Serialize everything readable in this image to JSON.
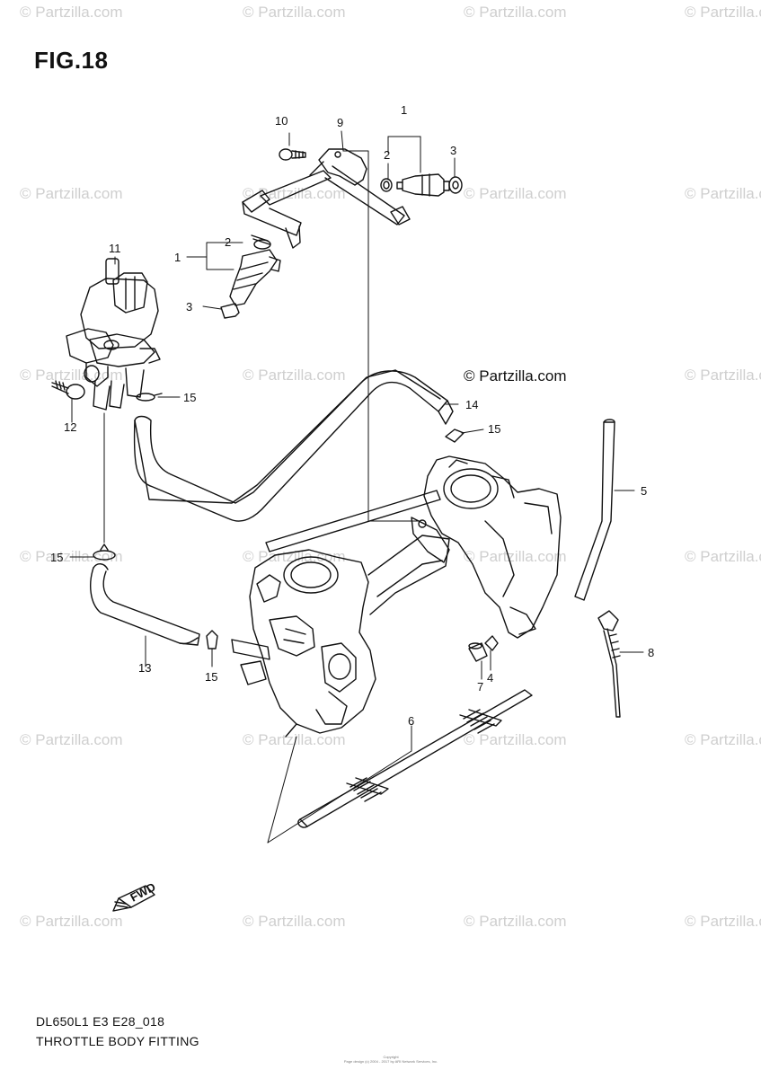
{
  "figure": {
    "title": "FIG.18",
    "brand_notice": "© Partzilla.com",
    "watermark_text": "© Partzilla.com",
    "model_code": "DL650L1 E3 E28_018",
    "section_name": "THROTTLE BODY FITTING",
    "copyright_line1": "Copyright",
    "copyright_line2": "Page design (c) 2004 - 2017 by ARI Network Services, Inc.",
    "fwd_label": "FWD"
  },
  "callouts": [
    "10",
    "9",
    "1",
    "2",
    "3",
    "11",
    "2",
    "1",
    "3",
    "12",
    "15",
    "14",
    "15",
    "5",
    "15",
    "13",
    "15",
    "6",
    "7",
    "4",
    "8"
  ],
  "colors": {
    "line": "#111111",
    "watermark": "#cfcfcf"
  }
}
